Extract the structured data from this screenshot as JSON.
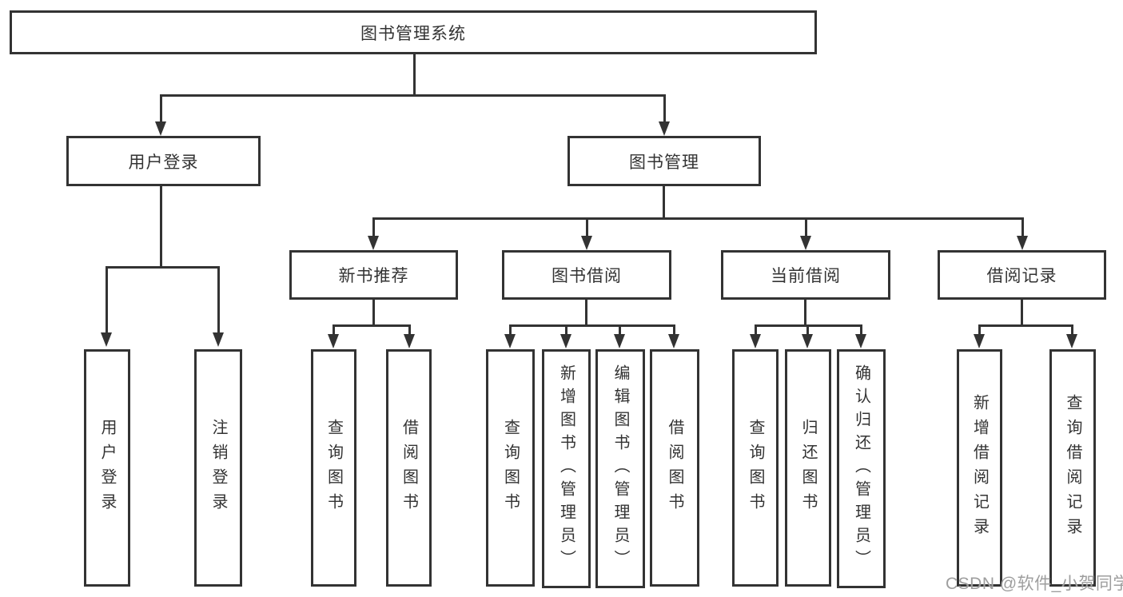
{
  "colors": {
    "line": "#333333",
    "text": "#333333",
    "watermark": "#9e9e9e"
  },
  "watermark": {
    "text": "CSDN @软件_小贺同学"
  },
  "tree": {
    "root": {
      "label": "图书管理系统",
      "children": [
        {
          "label": "用户登录",
          "children": [
            {
              "label": "用户登录"
            },
            {
              "label": "注销登录"
            }
          ]
        },
        {
          "label": "图书管理",
          "children": [
            {
              "label": "新书推荐",
              "children": [
                {
                  "label": "查询图书"
                },
                {
                  "label": "借阅图书"
                }
              ]
            },
            {
              "label": "图书借阅",
              "children": [
                {
                  "label": "查询图书"
                },
                {
                  "label": "新增图书（管理员）"
                },
                {
                  "label": "编辑图书（管理员）"
                },
                {
                  "label": "借阅图书"
                }
              ]
            },
            {
              "label": "当前借阅",
              "children": [
                {
                  "label": "查询图书"
                },
                {
                  "label": "归还图书"
                },
                {
                  "label": "确认归还（管理员）"
                }
              ]
            },
            {
              "label": "借阅记录",
              "children": [
                {
                  "label": "新增借阅记录"
                },
                {
                  "label": "查询借阅记录"
                }
              ]
            }
          ]
        }
      ]
    }
  }
}
